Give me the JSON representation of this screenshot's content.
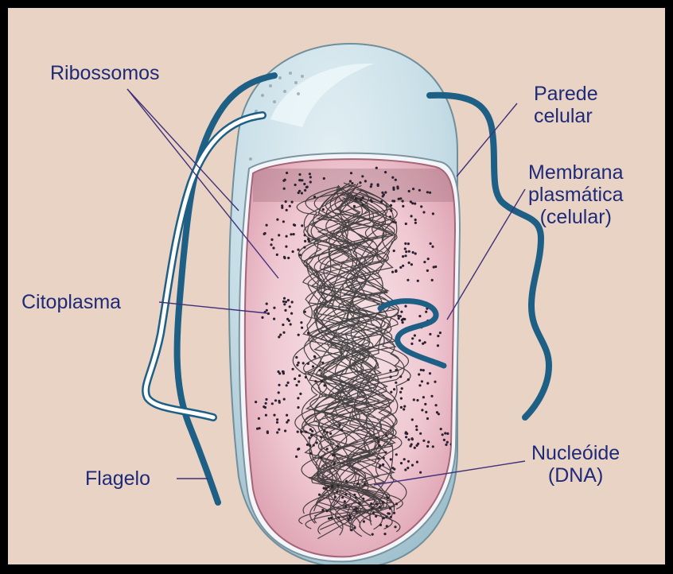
{
  "colors": {
    "background": "#e8d3c5",
    "frame": "#000000",
    "label_text": "#1f2a78",
    "leader_line": "#40307a",
    "cell_wall": "#c6dde6",
    "cytoplasm": "#e7b4c1",
    "flagellum": "#1e5f86",
    "nucleoid": "#2a2a2a"
  },
  "labels": {
    "ribossomos": "Ribossomos",
    "parede_line1": "Parede",
    "parede_line2": "celular",
    "membrana_line1": "Membrana",
    "membrana_line2": "plasmática",
    "membrana_line3": "(celular)",
    "citoplasma": "Citoplasma",
    "nucleoide_line1": "Nucleóide",
    "nucleoide_line2": "(DNA)",
    "flagelo": "Flagelo"
  }
}
